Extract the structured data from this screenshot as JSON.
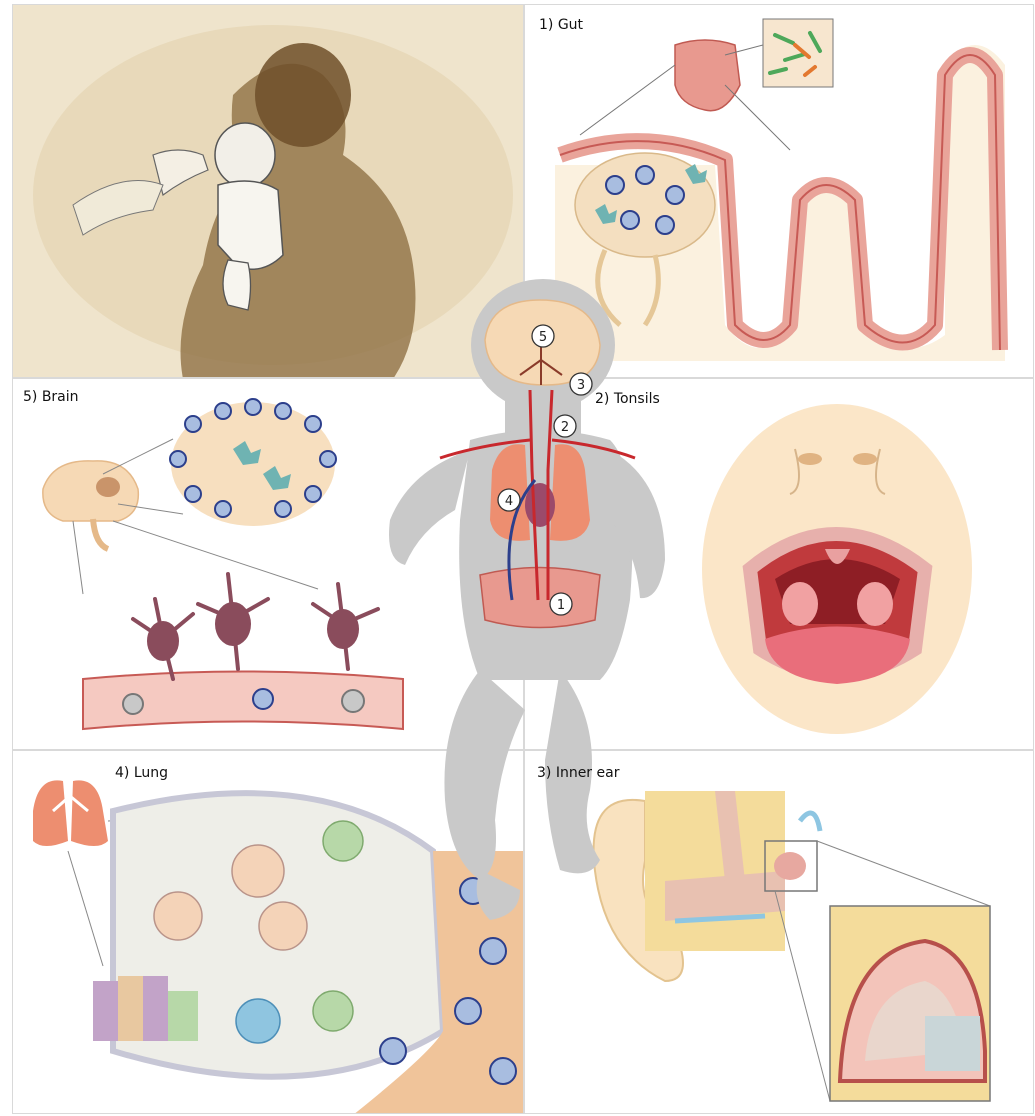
{
  "panels": {
    "gut": "1) Gut",
    "tonsils": "2) Tonsils",
    "inner_ear": "3) Inner ear",
    "lung": "4) Lung",
    "brain": "5) Brain"
  },
  "markers": [
    "1",
    "2",
    "3",
    "4",
    "5"
  ],
  "colors": {
    "vessel_red": "#c8282d",
    "vein_blue": "#2c3f8c",
    "silhouette": "#c9c9c9",
    "skin": "#f4dfc0",
    "sepia": "#e9dcc0"
  }
}
